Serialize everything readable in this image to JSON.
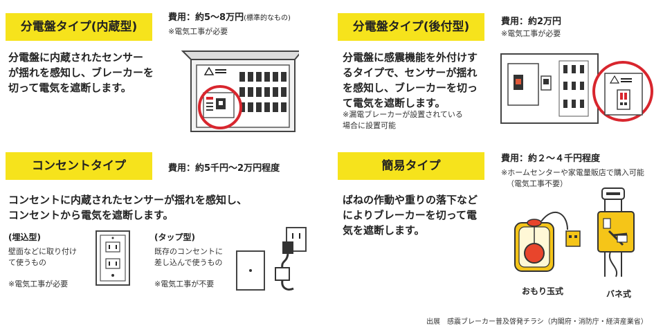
{
  "sections": {
    "builtin": {
      "title": "分電盤タイプ(内蔵型)",
      "cost": "費用：約5〜8万円",
      "cost_note": "(標準的なもの)",
      "note": "※電気工事が必要",
      "desc": [
        "分電盤に内蔵されたセンサー",
        "が揺れを感知し、ブレーカーを",
        "切って電気を遮断します。"
      ]
    },
    "retrofit": {
      "title": "分電盤タイプ(後付型)",
      "cost": "費用：約2万円",
      "note": "※電気工事が必要",
      "desc": [
        "分電盤に感震機能を外付けす",
        "るタイプで、センサーが揺れ",
        "を感知し、ブレーカーを切っ",
        "て電気を遮断します。"
      ],
      "small_note": [
        "※漏電ブレーカーが設置されている",
        "場合に設置可能"
      ]
    },
    "outlet": {
      "title": "コンセントタイプ",
      "cost": "費用：約5千円〜2万円程度",
      "desc": [
        "コンセントに内蔵されたセンサーが揺れを感知し、",
        "コンセントから電気を遮断します。"
      ],
      "embedded": {
        "label": "(埋込型)",
        "desc": [
          "壁面などに取り付け",
          "て使うもの"
        ],
        "note": "※電気工事が必要"
      },
      "tap": {
        "label": "(タップ型)",
        "desc": [
          "既存のコンセントに",
          "差し込んで使うもの"
        ],
        "note": "※電気工事が不要"
      }
    },
    "simple": {
      "title": "簡易タイプ",
      "cost": "費用：約２〜４千円程度",
      "note": "※ホームセンターや家電量販店で購入可能",
      "note2": "（電気工事不要）",
      "desc": [
        "ばねの作動や重りの落下など",
        "によりブレーカーを切って電",
        "気を遮断します。"
      ],
      "weight_label": "おもり玉式",
      "spring_label": "バネ式"
    }
  },
  "source": "出展　感震ブレーカー普及啓発チラシ（内閣府・消防庁・経済産業省）",
  "colors": {
    "badge": "#f6e31c",
    "circle": "#d8262e",
    "panel_gray": "#5a5a5a",
    "yellow_device": "#f5c518",
    "red_ball": "#e8452c"
  },
  "icons": [
    "warning-icon",
    "breaker-switch-icon",
    "outlet-icon",
    "plug-icon"
  ]
}
